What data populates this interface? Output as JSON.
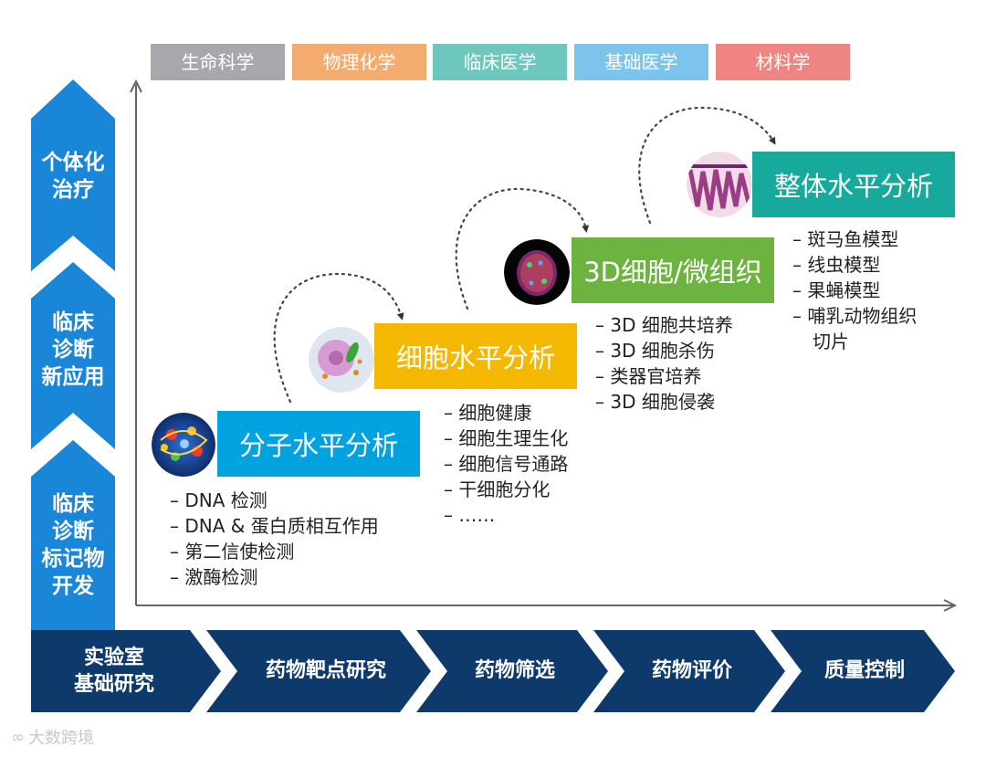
{
  "categories": [
    {
      "label": "生命科学",
      "color": "#a6a8ab"
    },
    {
      "label": "物理化学",
      "color": "#f4ab6e"
    },
    {
      "label": "临床医学",
      "color": "#6ec7bd"
    },
    {
      "label": "基础医学",
      "color": "#7cc4ec"
    },
    {
      "label": "材料学",
      "color": "#ef8582"
    }
  ],
  "vertical_stages": [
    {
      "lines": [
        "个体化",
        "治疗"
      ]
    },
    {
      "lines": [
        "临床",
        "诊断",
        "新应用"
      ]
    },
    {
      "lines": [
        "临床",
        "诊断",
        "标记物",
        "开发"
      ]
    }
  ],
  "pipeline": [
    {
      "lines": [
        "实验室",
        "基础研究"
      ]
    },
    {
      "lines": [
        "药物靶点研究"
      ]
    },
    {
      "lines": [
        "药物筛选"
      ]
    },
    {
      "lines": [
        "药物评价"
      ]
    },
    {
      "lines": [
        "质量控制"
      ]
    }
  ],
  "levels": [
    {
      "title": "分子水平分析",
      "color": "#00a3e0",
      "thumb": "molecule-icon",
      "items": [
        "DNA 检测",
        "DNA & 蛋白质相互作用",
        "第二信使检测",
        "激酶检测"
      ]
    },
    {
      "title": "细胞水平分析",
      "color": "#f5b800",
      "thumb": "cell-icon",
      "items": [
        "细胞健康",
        "细胞生理生化",
        "细胞信号通路",
        "干细胞分化",
        "……"
      ]
    },
    {
      "title": "3D细胞/微组织",
      "color": "#6cb33f",
      "thumb": "spheroid-icon",
      "items": [
        "3D 细胞共培养",
        "3D 细胞杀伤",
        "类器官培养",
        "3D 细胞侵袭"
      ]
    },
    {
      "title": "整体水平分析",
      "color": "#17a99c",
      "thumb": "tissue-icon",
      "items": [
        "斑马鱼模型",
        "线虫模型",
        "果蝇模型",
        "哺乳动物组织",
        "切片"
      ]
    }
  ],
  "colors": {
    "vertical_arrow": "#1a86d8",
    "pipeline": "#0e3a6b",
    "axis": "#666666"
  },
  "watermark": "大数跨境"
}
